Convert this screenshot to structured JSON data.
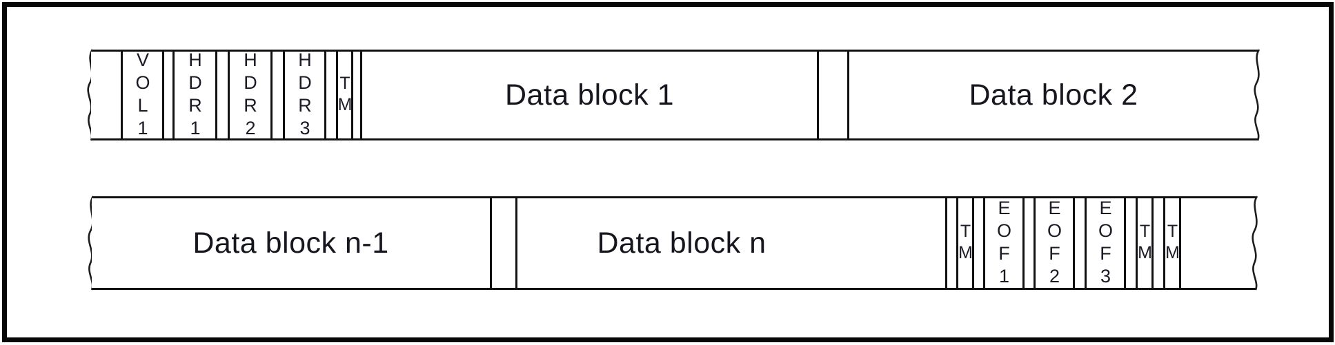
{
  "tape_top": {
    "cells": [
      {
        "name": "vol1",
        "label": "VOL1"
      },
      {
        "name": "hdr1",
        "label": "HDR1"
      },
      {
        "name": "hdr2",
        "label": "HDR2"
      },
      {
        "name": "hdr3",
        "label": "HDR3"
      },
      {
        "name": "tm",
        "label": "TM"
      },
      {
        "name": "data-block-1",
        "label": "Data block 1"
      },
      {
        "name": "data-block-2",
        "label": "Data block 2"
      }
    ]
  },
  "tape_bottom": {
    "cells": [
      {
        "name": "data-block-n-1",
        "label": "Data block n-1"
      },
      {
        "name": "data-block-n",
        "label": "Data block n"
      },
      {
        "name": "tm-1",
        "label": "TM"
      },
      {
        "name": "eof1",
        "label": "EOF1"
      },
      {
        "name": "eof2",
        "label": "EOF2"
      },
      {
        "name": "eof3",
        "label": "EOF3"
      },
      {
        "name": "tm-2",
        "label": "TM"
      },
      {
        "name": "tm-3",
        "label": "TM"
      }
    ]
  },
  "colors": {
    "background": "#ffffff",
    "line": "#121212",
    "text": "#16161f"
  }
}
